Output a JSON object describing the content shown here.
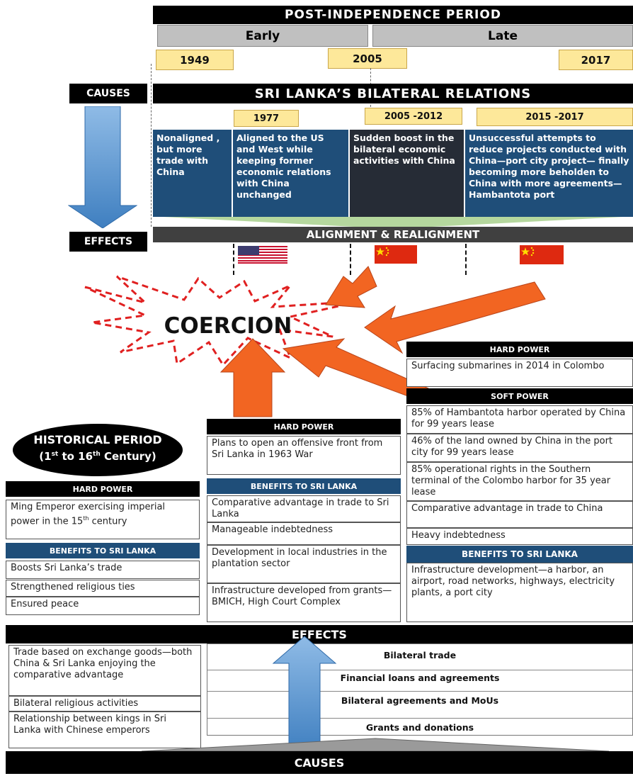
{
  "header": {
    "title": "POST-INDEPENDENCE PERIOD",
    "early": "Early",
    "late": "Late",
    "years": [
      "1949",
      "2005",
      "2017"
    ]
  },
  "causes_label": "CAUSES",
  "effects_label": "EFFECTS",
  "relations_title": "SRI LANKA’S BILATERAL RELATIONS",
  "period_labels": [
    "1977",
    "2005 -2012",
    "2015 -2017"
  ],
  "phases": [
    "Nonaligned , but more trade with China",
    "Aligned to the US and West while keeping former economic relations with China unchanged",
    "Sudden boost in the bilateral economic activities with China",
    "Unsuccessful attempts to reduce projects conducted with China—port city project— finally becoming more beholden to China with more agreements— Hambantota port"
  ],
  "alignment_label": "ALIGNMENT & REALIGNMENT",
  "coercion_label": "COERCION",
  "historical": {
    "title": "HISTORICAL PERIOD",
    "range_pre": "(1",
    "range_sup1": "st",
    "range_mid": " to 16",
    "range_sup2": "th",
    "range_post": " Century)",
    "hard_power_header": "HARD POWER",
    "hard_power_pre": "Ming Emperor exercising imperial power in the 15",
    "hard_power_sup": "th",
    "hard_power_post": " century",
    "benefits_header": "BENEFITS TO SRI LANKA",
    "benefits": [
      "Boosts Sri Lanka’s trade",
      "Strengthened religious ties",
      "Ensured peace"
    ]
  },
  "middle": {
    "hard_power_header": "HARD POWER",
    "hard_power_item": "Plans to open an offensive front from Sri Lanka in 1963 War",
    "benefits_header": "BENEFITS TO SRI LANKA",
    "benefits": [
      "Comparative advantage in trade to Sri Lanka",
      "Manageable indebtedness",
      "Development in local industries in the plantation sector",
      "Infrastructure developed from grants—BMICH, High Court Complex"
    ]
  },
  "right": {
    "hard_power_header": "HARD POWER",
    "hard_power_item": "Surfacing submarines in 2014 in Colombo",
    "soft_power_header": "SOFT POWER",
    "soft_power_items": [
      "85% of Hambantota harbor operated by China for 99 years lease",
      "46% of the land owned by China in the port city for 99 years lease",
      "85% operational rights in the Southern terminal of the Colombo harbor for 35 year lease",
      "Comparative advantage in trade to China",
      "Heavy indebtedness"
    ],
    "benefits_header": "BENEFITS TO SRI LANKA",
    "benefits_item": "Infrastructure development—a harbor, an airport, road networks, highways, electricity plants, a port city"
  },
  "bottom": {
    "effects_label": "EFFECTS",
    "left_effects": [
      "Trade based on exchange goods—both China & Sri Lanka enjoying the comparative advantage",
      "Bilateral religious activities",
      "Relationship between kings in Sri Lanka with Chinese emperors"
    ],
    "causes_rows": [
      "Bilateral trade",
      "Financial loans and agreements",
      "Bilateral agreements and MoUs",
      "Grants and donations"
    ],
    "causes_label": "CAUSES"
  },
  "colors": {
    "blue_box": "#1f4e79",
    "dark_box": "#262c36",
    "year_fill": "#fde89a",
    "arrow_orange": "#f26522",
    "arrow_blue": "#5b9bd5",
    "star_red": "#e02020"
  },
  "flags": [
    "us-flag",
    "china-flag",
    "china-flag"
  ]
}
